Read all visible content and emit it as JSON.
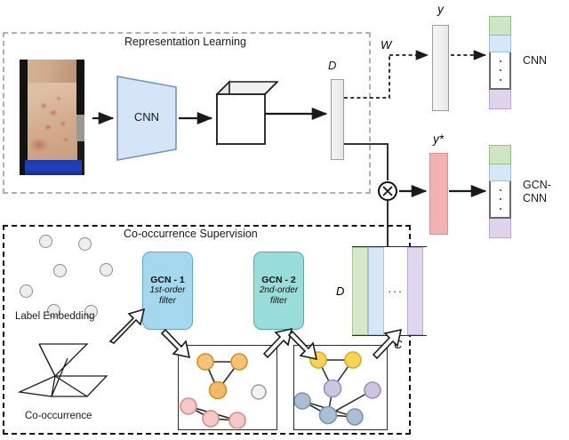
{
  "diagram": {
    "sections": {
      "representation_learning": {
        "title": "Representation Learning"
      },
      "cooccurrence_supervision": {
        "title": "Co-occurrence Supervision"
      }
    },
    "representation": {
      "input_image_alt": "dermatology-foot-rash-photo",
      "cnn_block_label": "CNN",
      "feature_cube_alt": "feature-map-cube",
      "d_vector_label": "D",
      "w_label": "W",
      "y_label": "y",
      "ystar_label": "y*",
      "multiply_symbol": "⊗"
    },
    "outputs": [
      {
        "name": "CNN",
        "segments": [
          "green",
          "blue",
          "dots",
          "purple"
        ]
      },
      {
        "name": "GCN-\nCNN",
        "name_line1": "GCN-",
        "name_line2": "CNN",
        "segments": [
          "green",
          "blue",
          "dots",
          "purple"
        ]
      }
    ],
    "supervision": {
      "label_embedding_caption": "Label Embedding",
      "cooccurrence_caption": "Co-occurrence",
      "label_embedding_node_count": 7,
      "gcn_blocks": [
        {
          "title": "GCN - 1",
          "subtitle_line1": "1st-order",
          "subtitle_line2": "filter",
          "color": "#a5d8ec"
        },
        {
          "title": "GCN - 2",
          "subtitle_line1": "2nd-order",
          "subtitle_line2": "filter",
          "color": "#99ddda"
        }
      ],
      "matrix": {
        "row_label": "D",
        "col_label": "C",
        "ellipsis": "···"
      }
    },
    "colors": {
      "cnn_block": "#d5e4f7",
      "gcn1": "#a5d8ec",
      "gcn2": "#99ddda",
      "ystar_bar": "#f2b3b0",
      "out_green": "#cfe6c2",
      "out_blue": "#d6e7f7",
      "out_purple": "#e0d4ec",
      "repr_border": "#b0b0b0",
      "cooc_border": "#111111"
    }
  }
}
